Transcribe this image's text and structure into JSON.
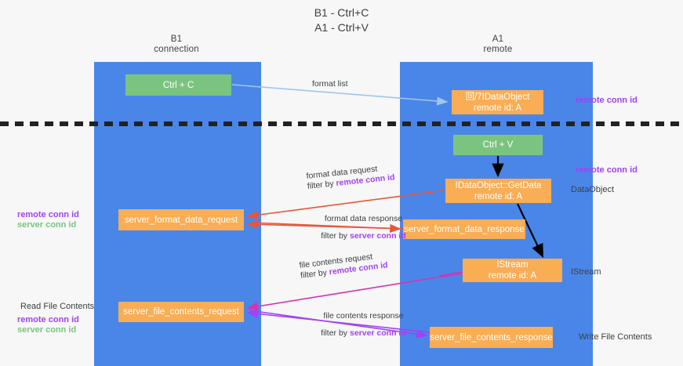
{
  "title": "B1 - Ctrl+C\nA1 - Ctrl+V",
  "title_line1": "B1 - Ctrl+C",
  "title_line2": "A1 - Ctrl+V",
  "colors": {
    "lane": "#4a86e8",
    "green_box": "#7bc47f",
    "orange_box": "#f9ad55",
    "purple_text": "#a142f4",
    "green_text": "#7bc47f",
    "blue_arrow": "#9fc5e8",
    "red_arrow": "#e8553a",
    "black_arrow": "#000000",
    "magenta_arrow": "#d633b0",
    "purple_arrow": "#a142f4",
    "background": "#f7f7f7"
  },
  "lanes": [
    {
      "id": "b1",
      "title": "B1",
      "subtitle": "connection"
    },
    {
      "id": "a1",
      "title": "A1",
      "subtitle": "remote"
    }
  ],
  "nodes": [
    {
      "id": "ctrl-c",
      "label": "Ctrl + C",
      "sub": "",
      "color": "green"
    },
    {
      "id": "idataobject",
      "label": "回/7IDataObject",
      "sub": "remote id: A",
      "color": "orange"
    },
    {
      "id": "ctrl-v",
      "label": "Ctrl + V",
      "sub": "",
      "color": "green"
    },
    {
      "id": "getdata",
      "label": "IDataObject::GetData",
      "sub": "remote id: A",
      "color": "orange"
    },
    {
      "id": "server-format-data-request",
      "label": "server_format_data_request",
      "sub": "",
      "color": "orange"
    },
    {
      "id": "server-format-data-response",
      "label": "server_format_data_response",
      "sub": "",
      "color": "orange"
    },
    {
      "id": "istream",
      "label": "IStream",
      "sub": "remote id: A",
      "color": "orange"
    },
    {
      "id": "server-file-contents-request",
      "label": "server_file_contents_request",
      "sub": "",
      "color": "orange"
    },
    {
      "id": "server-file-contents-response",
      "label": "server_file_contents_response",
      "sub": "",
      "color": "orange"
    }
  ],
  "edge_labels": {
    "format_list": "format list",
    "format_data_request": "format data request",
    "format_data_request_filter_prefix": "filter by ",
    "format_data_request_filter_key": "remote conn id",
    "format_data_response": "format data response",
    "format_data_response_filter_prefix": "filter by ",
    "format_data_response_filter_key": "server conn id",
    "file_contents_request": "file contents request",
    "file_contents_request_filter_prefix": "filter by ",
    "file_contents_request_filter_key": "remote conn id",
    "file_contents_response": "file contents response",
    "file_contents_response_filter_prefix": "filter by ",
    "file_contents_response_filter_key": "server conn id"
  },
  "annotations": {
    "right_remote_conn_id_top": "remote conn id",
    "right_remote_conn_id_mid": "remote conn id",
    "right_dataobject": "DataObject",
    "right_istream": "IStream",
    "right_write_file_contents": "Write File Contents",
    "left_remote_conn_id_mid": "remote conn id",
    "left_server_conn_id_mid": "server conn id",
    "left_read_file_contents": "Read File Contents",
    "left_remote_conn_id_bottom": "remote conn id",
    "left_server_conn_id_bottom": "server conn id"
  }
}
